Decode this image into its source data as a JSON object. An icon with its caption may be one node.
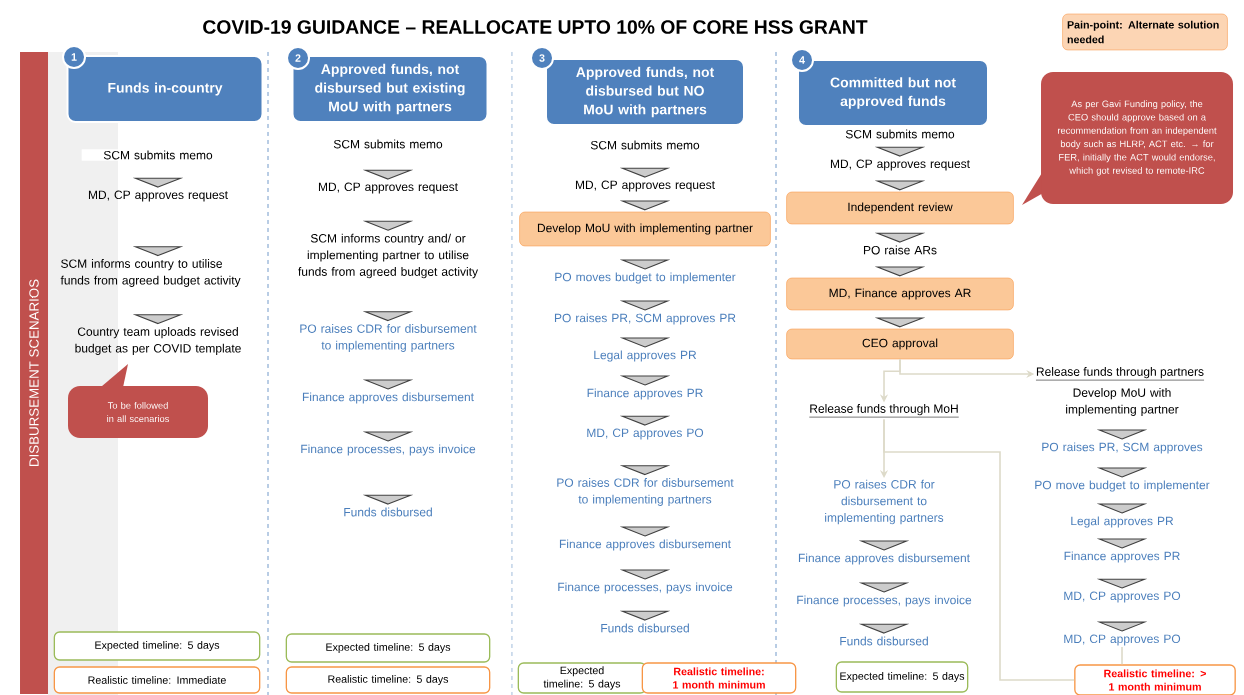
{
  "diagram": {
    "title": "COVID-19 GUIDANCE – REALLOCATE UPTO 10% OF CORE HSS GRANT",
    "nodes": [
      {
        "text": [
          "DISBURSEMENT SCENARIOS"
        ]
      },
      {
        "text": [
          "Pain-point: Alternate solution needed"
        ]
      },
      {
        "text": [
          "1"
        ]
      },
      {
        "text": [
          "Funds in-country"
        ]
      },
      {
        "text": [
          "SCM submits memo"
        ]
      },
      {
        "text": [
          "MD, CP approves request"
        ]
      },
      {
        "text": [
          "SCM informs country to utilise funds from agreed budget activity"
        ]
      },
      {
        "text": [
          "Country team uploads revised budget as per COVID template"
        ]
      },
      {
        "text": [
          "To be followed in all scenarios"
        ]
      },
      {
        "text": [
          "Expected timeline: 5 days"
        ]
      },
      {
        "text": [
          "Realistic timeline: Immediate"
        ]
      },
      {
        "text": [
          "2"
        ]
      },
      {
        "text": [
          "Approved funds, not disbursed but existing MoU with partners"
        ]
      },
      {
        "text": [
          "SCM submits memo"
        ]
      },
      {
        "text": [
          "MD, CP approves request"
        ]
      },
      {
        "text": [
          "SCM informs country and/ or implementing partner to utilise funds from agreed budget activity"
        ]
      },
      {
        "text": [
          "PO raises CDR for disbursement to implementing partners"
        ]
      },
      {
        "text": [
          "Finance approves disbursement"
        ]
      },
      {
        "text": [
          "Finance processes, pays invoice"
        ]
      },
      {
        "text": [
          "Funds disbursed"
        ]
      },
      {
        "text": [
          "Expected timeline: 5 days"
        ]
      },
      {
        "text": [
          "Realistic timeline: 5 days"
        ]
      },
      {
        "text": [
          "3"
        ]
      },
      {
        "text": [
          "Approved funds, not disbursed but NO MoU with partners"
        ]
      },
      {
        "text": [
          "SCM submits memo"
        ]
      },
      {
        "text": [
          "MD, CP approves request"
        ]
      },
      {
        "text": [
          "Develop MoU with implementing partner"
        ]
      },
      {
        "text": [
          "PO moves budget to implementer"
        ]
      },
      {
        "text": [
          "PO raises PR, SCM approves PR"
        ]
      },
      {
        "text": [
          "Legal approves PR"
        ]
      },
      {
        "text": [
          "Finance approves PR"
        ]
      },
      {
        "text": [
          "MD, CP approves PO"
        ]
      },
      {
        "text": [
          "PO raises CDR for disbursement to implementing partners"
        ]
      },
      {
        "text": [
          "Finance approves disbursement"
        ]
      },
      {
        "text": [
          "Finance processes, pays invoice"
        ]
      },
      {
        "text": [
          "Funds disbursed"
        ]
      },
      {
        "text": [
          "Expected timeline: 5 days"
        ]
      },
      {
        "text": [
          "Realistic timeline: 1 month minimum"
        ]
      },
      {
        "text": [
          "4"
        ]
      },
      {
        "text": [
          "Committed but not approved funds"
        ]
      },
      {
        "text": [
          "SCM submits memo"
        ]
      },
      {
        "text": [
          "MD, CP approves request"
        ]
      },
      {
        "text": [
          "Independent review"
        ]
      },
      {
        "text": [
          "As per Gavi Funding policy, the CEO should approve based on a recommendation from an independent body such as HLRP, ACT etc. → for FER, initially the ACT would endorse, which got revised to remote-IRC"
        ]
      },
      {
        "text": [
          "PO raise ARs"
        ]
      },
      {
        "text": [
          "MD, Finance approves AR"
        ]
      },
      {
        "text": [
          "CEO approval"
        ]
      },
      {
        "text": [
          "Release funds through MoH"
        ]
      },
      {
        "text": [
          "PO raises CDR for disbursement to implementing partners"
        ]
      },
      {
        "text": [
          "Finance approves disbursement"
        ]
      },
      {
        "text": [
          "Finance processes, pays invoice"
        ]
      },
      {
        "text": [
          "Funds disbursed"
        ]
      },
      {
        "text": [
          "Expected timeline: 5 days"
        ]
      },
      {
        "text": [
          "Release funds through partners"
        ]
      },
      {
        "text": [
          "Develop MoU with implementing partner"
        ]
      },
      {
        "text": [
          "PO raises PR, SCM approves"
        ]
      },
      {
        "text": [
          "PO move budget to implementer"
        ]
      },
      {
        "text": [
          "Legal approves PR"
        ]
      },
      {
        "text": [
          "Finance approves PR"
        ]
      },
      {
        "text": [
          "MD, CP approves PO"
        ]
      },
      {
        "text": [
          "MD, CP approves PO"
        ]
      },
      {
        "text": [
          "Realistic timeline: > 1 month minimum"
        ]
      }
    ],
    "edges": [
      {
        "from": 4,
        "to": 5,
        "arrow": "to"
      },
      {
        "from": 5,
        "to": 6,
        "arrow": "to"
      },
      {
        "from": 6,
        "to": 7,
        "arrow": "to"
      },
      {
        "from": 13,
        "to": 14,
        "arrow": "to"
      },
      {
        "from": 14,
        "to": 15,
        "arrow": "to"
      },
      {
        "from": 15,
        "to": 16,
        "arrow": "to"
      },
      {
        "from": 16,
        "to": 17,
        "arrow": "to"
      },
      {
        "from": 17,
        "to": 18,
        "arrow": "to"
      },
      {
        "from": 18,
        "to": 19,
        "arrow": "to"
      },
      {
        "from": 24,
        "to": 25,
        "arrow": "to"
      },
      {
        "from": 25,
        "to": 26,
        "arrow": "to"
      },
      {
        "from": 26,
        "to": 27,
        "arrow": "to"
      },
      {
        "from": 27,
        "to": 28,
        "arrow": "to"
      },
      {
        "from": 28,
        "to": 29,
        "arrow": "to"
      },
      {
        "from": 29,
        "to": 30,
        "arrow": "to"
      },
      {
        "from": 30,
        "to": 31,
        "arrow": "to"
      },
      {
        "from": 31,
        "to": 32,
        "arrow": "to"
      },
      {
        "from": 32,
        "to": 33,
        "arrow": "to"
      },
      {
        "from": 33,
        "to": 34,
        "arrow": "to"
      },
      {
        "from": 34,
        "to": 35,
        "arrow": "to"
      },
      {
        "from": 40,
        "to": 41,
        "arrow": "to"
      },
      {
        "from": 41,
        "to": 42,
        "arrow": "to"
      },
      {
        "from": 42,
        "to": 44,
        "arrow": "to"
      },
      {
        "from": 44,
        "to": 45,
        "arrow": "to"
      },
      {
        "from": 45,
        "to": 46,
        "arrow": "to"
      },
      {
        "from": 46,
        "to": 47,
        "arrow": "to",
        "color": "#dddac9"
      },
      {
        "from": 46,
        "to": 53,
        "arrow": "to",
        "color": "#dddac9"
      },
      {
        "from": 47,
        "to": 48,
        "arrow": "to",
        "color": "#dddac9"
      },
      {
        "from": 47,
        "to": 61,
        "arrow": "none",
        "color": "#dddac9"
      },
      {
        "from": 48,
        "to": 49,
        "arrow": "to"
      },
      {
        "from": 49,
        "to": 50,
        "arrow": "to"
      },
      {
        "from": 50,
        "to": 51,
        "arrow": "to"
      },
      {
        "from": 54,
        "to": 55,
        "arrow": "to"
      },
      {
        "from": 55,
        "to": 56,
        "arrow": "to"
      },
      {
        "from": 56,
        "to": 57,
        "arrow": "to"
      },
      {
        "from": 57,
        "to": 58,
        "arrow": "to"
      },
      {
        "from": 58,
        "to": 59,
        "arrow": "to"
      },
      {
        "from": 59,
        "to": 60,
        "arrow": "to"
      },
      {
        "from": 60,
        "to": 61,
        "arrow": "none",
        "color": "#dddac9"
      }
    ]
  }
}
